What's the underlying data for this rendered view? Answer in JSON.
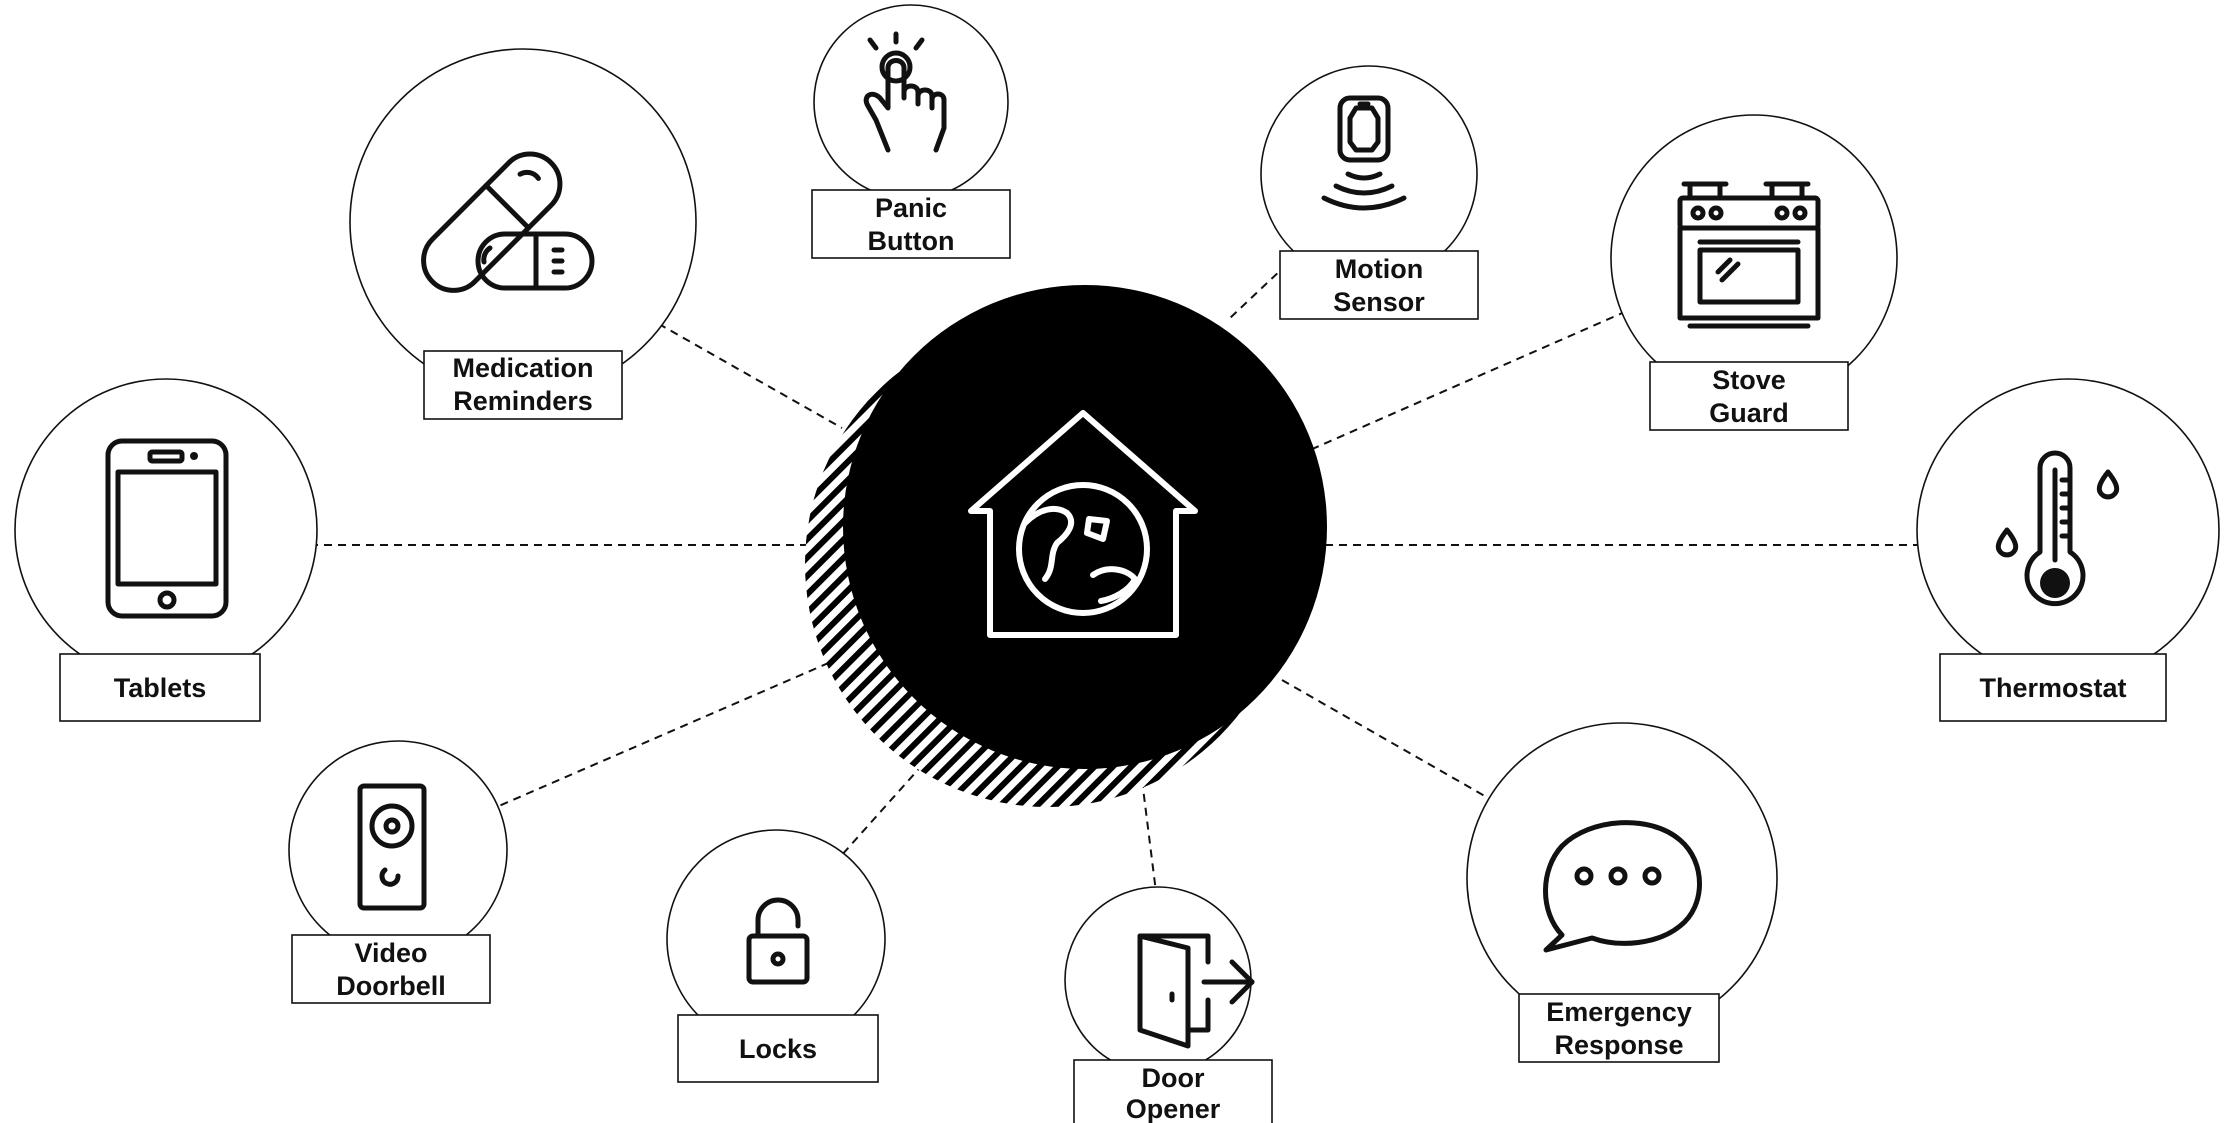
{
  "diagram": {
    "colors": {
      "ink": "#111111",
      "background": "#ffffff",
      "hub": "#000000"
    },
    "hub": {
      "icon": "smart-home-globe-icon"
    },
    "nodes": [
      {
        "id": "medication",
        "lines": [
          "Medication",
          "Reminders"
        ],
        "icon": "pill-capsules-icon"
      },
      {
        "id": "panic",
        "lines": [
          "Panic",
          "Button"
        ],
        "icon": "finger-press-icon"
      },
      {
        "id": "motion",
        "lines": [
          "Motion",
          "Sensor"
        ],
        "icon": "motion-sensor-icon"
      },
      {
        "id": "stove",
        "lines": [
          "Stove",
          "Guard"
        ],
        "icon": "stove-icon"
      },
      {
        "id": "tablets",
        "lines": [
          "Tablets"
        ],
        "icon": "tablet-icon"
      },
      {
        "id": "thermostat",
        "lines": [
          "Thermostat"
        ],
        "icon": "thermometer-icon"
      },
      {
        "id": "doorbell",
        "lines": [
          "Video",
          "Doorbell"
        ],
        "icon": "video-doorbell-icon"
      },
      {
        "id": "locks",
        "lines": [
          "Locks"
        ],
        "icon": "padlock-icon"
      },
      {
        "id": "door",
        "lines": [
          "Door",
          "Opener"
        ],
        "icon": "door-exit-icon"
      },
      {
        "id": "emergency",
        "lines": [
          "Emergency",
          "Response"
        ],
        "icon": "chat-bubble-icon"
      }
    ]
  }
}
